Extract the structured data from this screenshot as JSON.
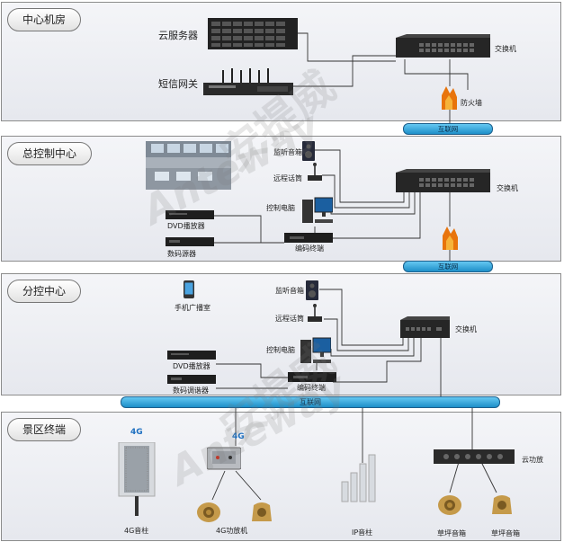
{
  "sections": {
    "center": {
      "title": "中心机房"
    },
    "master": {
      "title": "总控制中心"
    },
    "branch": {
      "title": "分控中心"
    },
    "terminal": {
      "title": "景区终端"
    }
  },
  "center_room": {
    "cloud_server": "云服务器",
    "sms_gateway": "短信网关",
    "switch": "交换机",
    "firewall": "防火墙",
    "internet": "互联网"
  },
  "master_center": {
    "monitor_speaker": "监听音箱",
    "remote_mic": "远程话筒",
    "control_pc": "控制电脑",
    "dvd_player": "DVD播放器",
    "digital_source": "数码源器",
    "encoder": "编码终端",
    "switch": "交换机",
    "internet": "互联网"
  },
  "branch_center": {
    "mobile_broadcast": "手机广播室",
    "monitor_speaker": "监听音箱",
    "remote_mic": "远程话筒",
    "control_pc": "控制电脑",
    "dvd_player": "DVD播放器",
    "tuner": "数码调谐器",
    "encoder": "编码终端",
    "switch": "交换机",
    "internet": "互联网"
  },
  "scenic_terminal": {
    "sound_column_4g": "4G音柱",
    "amplifier_4g": "4G功放机",
    "ip_column": "IP音柱",
    "cloud_amp": "云功放",
    "lawn_speaker_1": "草坪音箱",
    "lawn_speaker_2": "草坪音箱",
    "badge_1": "4G",
    "badge_2": "4G"
  },
  "watermark": {
    "cn": "安提威",
    "en": "Anteway"
  },
  "colors": {
    "network": "#1d8fc8",
    "firewall": "#e8740c",
    "wire": "#333333"
  }
}
